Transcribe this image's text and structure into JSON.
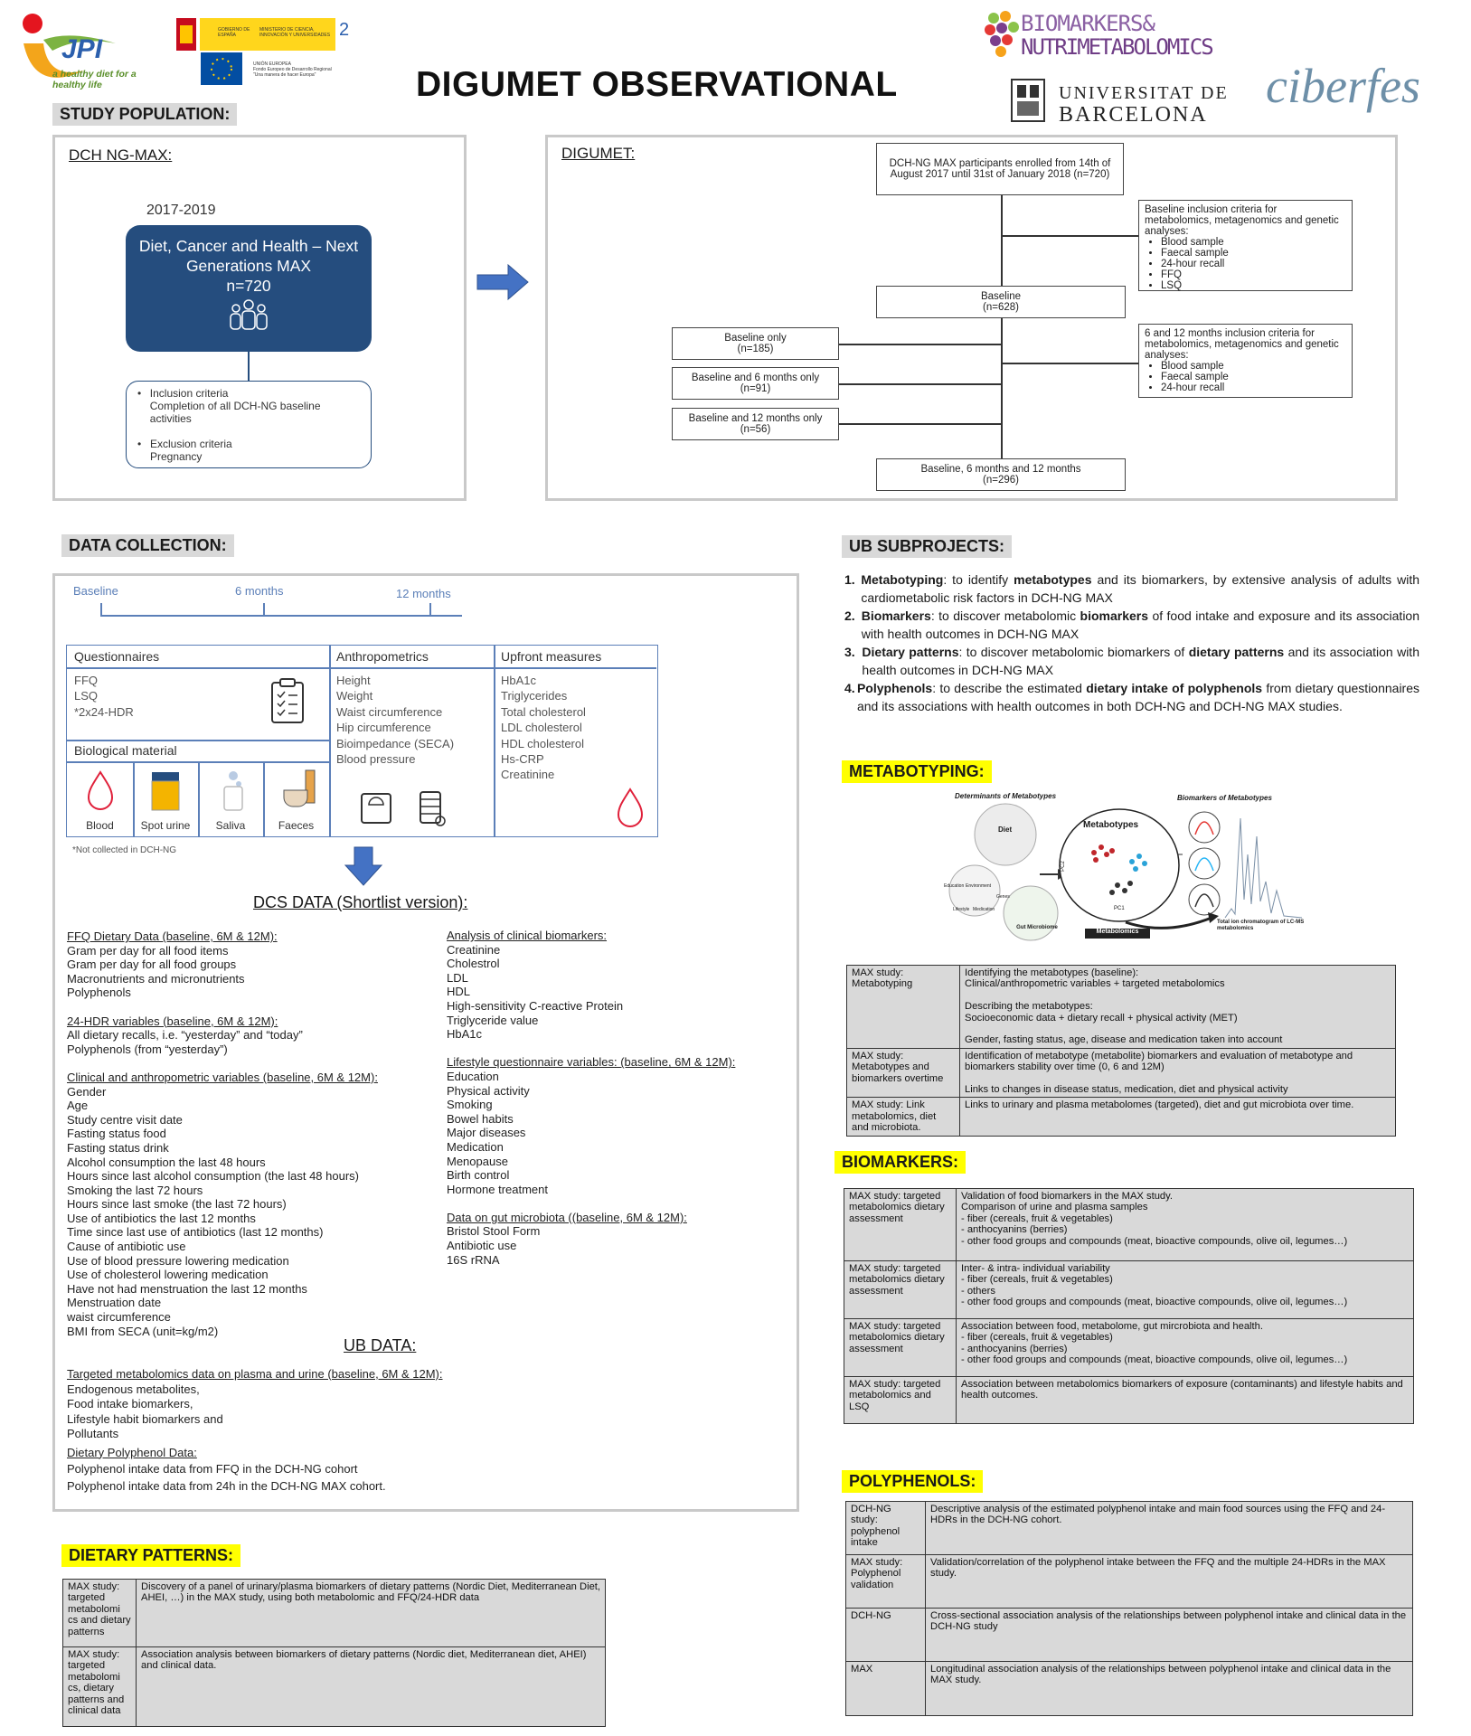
{
  "header": {
    "title": "DIGUMET OBSERVATIONAL",
    "jpi_logo": "JPI",
    "jpi_tagline": "a healthy diet for a healthy life",
    "spain_logo_lines": [
      "GOBIERNO DE ESPAÑA",
      "MINISTERIO DE CIENCIA, INNOVACIÓN Y UNIVERSIDADES"
    ],
    "eu_lines": [
      "UNIÓN EUROPEA",
      "Fondo Europeo de Desarrollo Regional",
      "\"Una manera de hacer Europa\""
    ],
    "biomarkers_logo_line1": "BIOMARKERS&",
    "biomarkers_logo_line2": "NUTRIMETABOLOMICS",
    "ub_logo_line1": "UNIVERSITAT DE",
    "ub_logo_line2": "BARCELONA",
    "ciberfes": "ciberfes"
  },
  "study_population": {
    "heading": "STUDY POPULATION:",
    "left_title": "DCH NG-MAX:",
    "years": "2017-2019",
    "cohort_name": "Diet, Cancer and Health – Next Generations MAX",
    "cohort_n": "n=720",
    "inclusion_label": "Inclusion criteria",
    "inclusion_text": "Completion of all DCH-NG baseline activities",
    "exclusion_label": "Exclusion criteria",
    "exclusion_text": "Pregnancy",
    "right_title": "DIGUMET:",
    "flow": {
      "enrolled": "DCH-NG MAX participants enrolled from 14th of August 2017 until 31st of January 2018 (n=720)",
      "baseline_criteria_title": "Baseline inclusion criteria for metabolomics, metagenomics and genetic analyses:",
      "baseline_criteria_items": [
        "Blood sample",
        "Faecal sample",
        "24-hour recall",
        "FFQ",
        "LSQ"
      ],
      "baseline": "Baseline",
      "baseline_n": "(n=628)",
      "baseline_only": "Baseline only",
      "baseline_only_n": "(n=185)",
      "b6": "Baseline and 6 months only",
      "b6_n": "(n=91)",
      "b12": "Baseline and 12 months only",
      "b12_n": "(n=56)",
      "fu_criteria_title": "6 and 12 months inclusion criteria for metabolomics, metagenomics and genetic analyses:",
      "fu_criteria_items": [
        "Blood sample",
        "Faecal sample",
        "24-hour recall"
      ],
      "all": "Baseline, 6 months and 12 months",
      "all_n": "(n=296)"
    }
  },
  "data_collection": {
    "heading": "DATA COLLECTION:",
    "timeline": [
      "Baseline",
      "6 months",
      "12 months"
    ],
    "questionnaires_title": "Questionnaires",
    "questionnaires": [
      "FFQ",
      "LSQ",
      "*2x24-HDR"
    ],
    "anthro_title": "Anthropometrics",
    "anthro": [
      "Height",
      "Weight",
      "Waist circumference",
      "Hip circumference",
      "Bioimpedance (SECA)",
      "Blood pressure"
    ],
    "upfront_title": "Upfront measures",
    "upfront": [
      "HbA1c",
      "Triglycerides",
      "Total cholesterol",
      "LDL cholesterol",
      "HDL cholesterol",
      "Hs-CRP",
      "Creatinine"
    ],
    "bio_title": "Biological material",
    "bio": [
      "Blood",
      "Spot urine",
      "Saliva",
      "Faeces"
    ],
    "note": "*Not collected in DCH-NG",
    "dcs_title": "DCS DATA (Shortlist version):",
    "dcs_left": [
      {
        "h": "FFQ Dietary Data (baseline, 6M & 12M):",
        "items": [
          "Gram per day for all food items",
          "Gram per day for all food groups",
          "Macronutrients and micronutrients",
          "Polyphenols"
        ]
      },
      {
        "h": "24-HDR variables (baseline, 6M & 12M):",
        "items": [
          "All dietary recalls, i.e. “yesterday” and “today”",
          "Polyphenols (from “yesterday”)"
        ]
      },
      {
        "h": "Clinical and anthropometric variables (baseline, 6M & 12M):",
        "items": [
          "Gender",
          "Age",
          "Study centre visit date",
          "Fasting status food",
          "Fasting status drink",
          "Alcohol consumption the last 48 hours",
          "Hours since last alcohol consumption (the last 48 hours)",
          "Smoking the last 72 hours",
          "Hours since last smoke (the last 72 hours)",
          "Use of antibiotics the last 12 months",
          "Time since last use of antibiotics (last 12 months)",
          "Cause of antibiotic use",
          "Use of blood pressure lowering medication",
          "Use of cholesterol lowering medication",
          "Have not had menstruation the last 12 months",
          "Menstruation date",
          "waist circumference",
          "BMI from SECA (unit=kg/m2)"
        ]
      }
    ],
    "dcs_right": [
      {
        "h": "Analysis of clinical biomarkers:",
        "items": [
          "Creatinine",
          "Cholestrol",
          "LDL",
          "HDL",
          "High-sensitivity C-reactive Protein",
          "Triglyceride value",
          "HbA1c"
        ]
      },
      {
        "h": "Lifestyle questionnaire variables: (baseline, 6M & 12M):",
        "items": [
          "Education",
          "Physical activity",
          "Smoking",
          "Bowel habits",
          "Major diseases",
          "Medication",
          "Menopause",
          "Birth control",
          "Hormone treatment"
        ]
      },
      {
        "h": "Data on gut microbiota ((baseline, 6M & 12M):",
        "items": [
          "Bristol Stool Form",
          "Antibiotic use",
          "16S rRNA"
        ]
      }
    ],
    "ub_title": "UB DATA:",
    "ub_sections": [
      {
        "h": "Targeted metabolomics data on plasma and urine (baseline, 6M & 12M):",
        "items": [
          "Endogenous metabolites,",
          "Food intake biomarkers,",
          "Lifestyle habit biomarkers and",
          "Pollutants"
        ]
      },
      {
        "h": "Dietary Polyphenol Data:",
        "items": [
          "Polyphenol intake data from FFQ in the DCH-NG cohort",
          "Polyphenol intake data from 24h in the DCH-NG MAX cohort."
        ]
      }
    ]
  },
  "dietary_patterns": {
    "heading": "DIETARY PATTERNS:",
    "rows": [
      [
        "MAX study: targeted metabolomi cs and dietary patterns",
        "Discovery of a panel of urinary/plasma biomarkers of dietary patterns (Nordic Diet, Mediterranean Diet, AHEI, …) in the MAX study, using both metabolomic and FFQ/24-HDR data"
      ],
      [
        "MAX study: targeted metabolomi cs, dietary patterns and clinical data",
        "Association analysis between biomarkers of dietary patterns (Nordic diet, Mediterranean diet, AHEI) and clinical data."
      ]
    ]
  },
  "ub_subprojects": {
    "heading": "UB SUBPROJECTS:",
    "items": [
      {
        "n": "1.",
        "b": "Metabotyping",
        "t": ": to identify ",
        "b2": "metabotypes",
        "t2": " and its biomarkers, by extensive analysis of adults with cardiometabolic risk factors in DCH-NG MAX"
      },
      {
        "n": "2.",
        "b": "Biomarkers",
        "t": ": to discover metabolomic ",
        "b2": "biomarkers",
        "t2": " of food intake and exposure and its association with health outcomes in DCH-NG MAX"
      },
      {
        "n": "3.",
        "b": "Dietary patterns",
        "t": ": to discover metabolomic biomarkers of ",
        "b2": "dietary patterns",
        "t2": " and its association with health outcomes in DCH-NG MAX"
      },
      {
        "n": "4.",
        "b": "Polyphenols",
        "t": ": to describe the estimated ",
        "b2": "dietary intake of polyphenols",
        "t2": " from dietary questionnaires and its associations with health outcomes in both DCH-NG and DCH-NG MAX studies."
      }
    ]
  },
  "metabotyping": {
    "heading": "METABOTYPING:",
    "fig": {
      "determinants": "Determinants of Metabotypes",
      "biomarkers": "Biomarkers of Metabotypes",
      "diet": "Diet",
      "metabotypes": "Metabotypes",
      "pc1": "PC1",
      "pc2": "PC2",
      "gut": "Gut Microbiome",
      "education": "Education",
      "environment": "Environment",
      "lifestyle": "Lifestyle",
      "medication": "Medication",
      "genes": "Genes",
      "metabolomics": "Metabolomics",
      "tic": "Total ion chromatogram of LC-MS metabolomics"
    },
    "rows": [
      [
        "MAX study: Metabotyping",
        "Identifying the metabotypes (baseline):\nClinical/anthropometric variables + targeted metabolomics\n\nDescribing the metabotypes:\nSocioeconomic data + dietary recall + physical activity (MET)\n\nGender, fasting status, age, disease and medication taken into account"
      ],
      [
        "MAX study: Metabotypes and biomarkers overtime",
        "Identification of metabotype (metabolite) biomarkers and evaluation of metabotype and biomarkers stability over time (0, 6 and 12M)\n\nLinks to changes in disease status, medication, diet and physical activity"
      ],
      [
        "MAX study: Link metabolomics, diet and microbiota.",
        "Links to urinary and plasma metabolomes (targeted), diet and gut microbiota over time."
      ]
    ]
  },
  "biomarkers": {
    "heading": "BIOMARKERS:",
    "rows": [
      [
        "MAX study: targeted metabolomics dietary assessment",
        "Validation of food biomarkers in the MAX study.\nComparison of urine and plasma samples\n- fiber (cereals, fruit & vegetables)\n- anthocyanins (berries)\n- other food groups and compounds (meat, bioactive compounds, olive oil, legumes…)"
      ],
      [
        "MAX study: targeted metabolomics dietary assessment",
        "Inter- & intra- individual variability\n- fiber (cereals, fruit & vegetables)\n- others\n- other food groups and compounds (meat, bioactive compounds, olive oil, legumes…)"
      ],
      [
        "MAX study: targeted metabolomics dietary assessment",
        "Association between food, metabolome, gut mircrobiota and health.\n- fiber (cereals, fruit & vegetables)\n- anthocyanins (berries)\n- other food groups and compounds (meat, bioactive compounds, olive oil, legumes…)"
      ],
      [
        "MAX study: targeted metabolomics and LSQ",
        "Association between metabolomics biomarkers of exposure (contaminants) and lifestyle habits and health outcomes."
      ]
    ]
  },
  "polyphenols": {
    "heading": "POLYPHENOLS:",
    "rows": [
      [
        "DCH-NG study: polyphenol intake",
        "Descriptive analysis of the estimated polyphenol intake and main food sources using the FFQ and 24-HDRs in the DCH-NG cohort."
      ],
      [
        "MAX study: Polyphenol validation",
        "Validation/correlation of the polyphenol intake between the FFQ and the multiple 24-HDRs in the MAX study."
      ],
      [
        "DCH-NG",
        "Cross-sectional association analysis of the relationships between polyphenol intake and clinical data in the DCH-NG study"
      ],
      [
        "MAX",
        "Longitudinal association analysis of the relationships between polyphenol intake and clinical data in the MAX study."
      ]
    ]
  },
  "colors": {
    "navy": "#254d7e",
    "arrow": "#4472c4",
    "yellow": "#ffff00",
    "grey": "#d9d9d9",
    "timeline": "#5b7fb8",
    "purple": "#6f3d86"
  }
}
